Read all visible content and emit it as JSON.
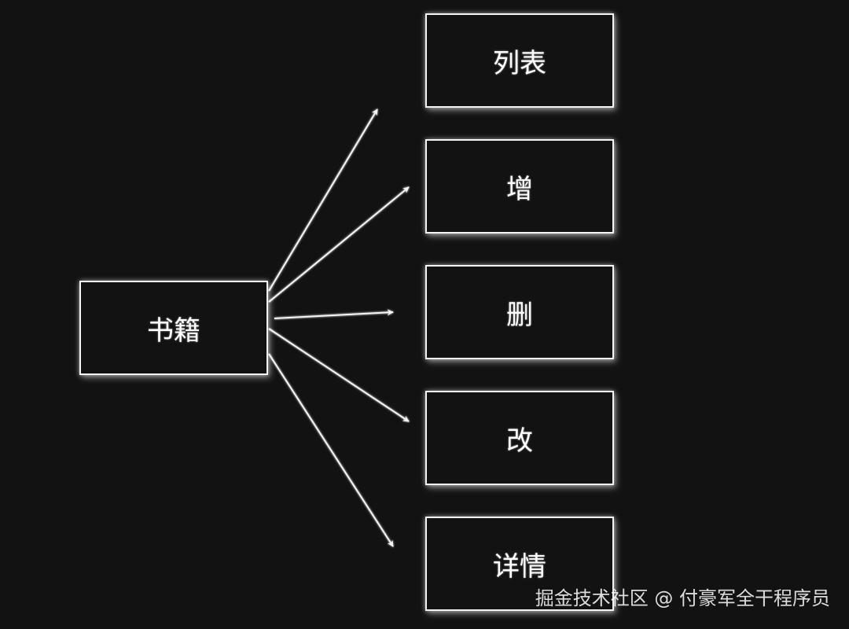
{
  "diagram": {
    "source": {
      "label": "书籍"
    },
    "targets": [
      {
        "label": "列表"
      },
      {
        "label": "增"
      },
      {
        "label": "删"
      },
      {
        "label": "改"
      },
      {
        "label": "详情"
      }
    ],
    "edges": [
      {
        "from": "书籍",
        "to": "列表"
      },
      {
        "from": "书籍",
        "to": "增"
      },
      {
        "from": "书籍",
        "to": "删"
      },
      {
        "from": "书籍",
        "to": "改"
      },
      {
        "from": "书籍",
        "to": "详情"
      }
    ]
  },
  "colors": {
    "background": "#121212",
    "stroke": "#f4f4f4",
    "text": "#ffffff"
  },
  "watermark": {
    "text": "掘金技术社区 @ 付豪军全干程序员"
  }
}
